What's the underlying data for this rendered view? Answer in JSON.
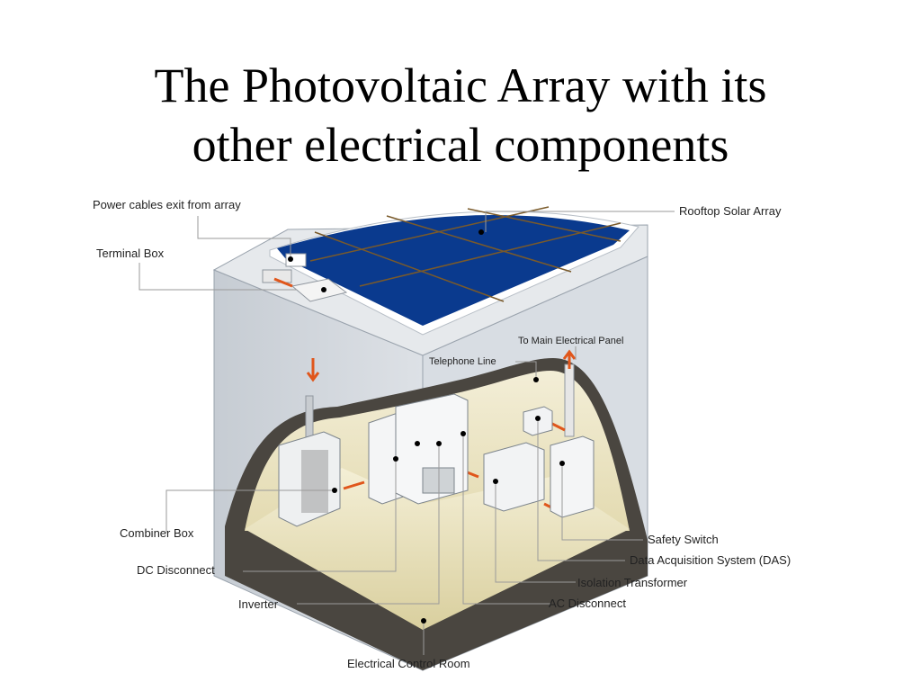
{
  "title": {
    "line1": "The Photovoltaic Array with its",
    "line2": "other electrical components"
  },
  "labels": {
    "power_cables": "Power cables exit from array",
    "terminal_box": "Terminal Box",
    "rooftop_array": "Rooftop Solar Array",
    "main_panel": "To Main Electrical Panel",
    "telephone": "Telephone Line",
    "combiner_box": "Combiner Box",
    "dc_disconnect": "DC Disconnect",
    "inverter": "Inverter",
    "control_room": "Electrical Control Room",
    "safety_switch": "Safety Switch",
    "das": "Data Acquisition System (DAS)",
    "isolation_transformer": "Isolation Transformer",
    "ac_disconnect": "AC Disconnect"
  },
  "colors": {
    "panel": "#0a3a8e",
    "wall": "#cfd5dc",
    "floor": "#ece4bf",
    "arrow": "#e0561b"
  }
}
